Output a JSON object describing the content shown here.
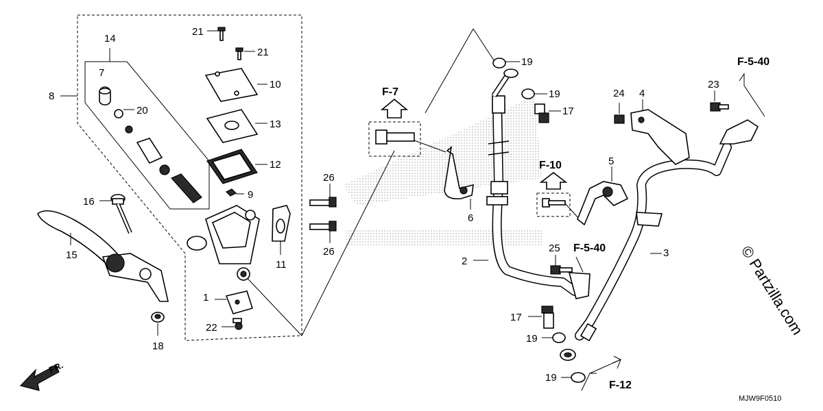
{
  "diagram": {
    "code": "MJW9F0510",
    "watermark": "© Partzilla.com",
    "direction_label": "FR.",
    "callouts": [
      {
        "id": "c1",
        "text": "1"
      },
      {
        "id": "c2",
        "text": "2"
      },
      {
        "id": "c3",
        "text": "3"
      },
      {
        "id": "c4",
        "text": "4"
      },
      {
        "id": "c5",
        "text": "5"
      },
      {
        "id": "c6",
        "text": "6"
      },
      {
        "id": "c7",
        "text": "7"
      },
      {
        "id": "c8",
        "text": "8"
      },
      {
        "id": "c9",
        "text": "9"
      },
      {
        "id": "c10",
        "text": "10"
      },
      {
        "id": "c11",
        "text": "11"
      },
      {
        "id": "c12",
        "text": "12"
      },
      {
        "id": "c13",
        "text": "13"
      },
      {
        "id": "c14",
        "text": "14"
      },
      {
        "id": "c15",
        "text": "15"
      },
      {
        "id": "c16",
        "text": "16"
      },
      {
        "id": "c17a",
        "text": "17"
      },
      {
        "id": "c17b",
        "text": "17"
      },
      {
        "id": "c18",
        "text": "18"
      },
      {
        "id": "c19a",
        "text": "19"
      },
      {
        "id": "c19b",
        "text": "19"
      },
      {
        "id": "c19c",
        "text": "19"
      },
      {
        "id": "c19d",
        "text": "19"
      },
      {
        "id": "c20",
        "text": "20"
      },
      {
        "id": "c21a",
        "text": "21"
      },
      {
        "id": "c21b",
        "text": "21"
      },
      {
        "id": "c22",
        "text": "22"
      },
      {
        "id": "c23",
        "text": "23"
      },
      {
        "id": "c24",
        "text": "24"
      },
      {
        "id": "c25",
        "text": "25"
      },
      {
        "id": "c26a",
        "text": "26"
      },
      {
        "id": "c26b",
        "text": "26"
      }
    ],
    "references": [
      {
        "id": "r1",
        "text": "F-7"
      },
      {
        "id": "r2",
        "text": "F-10"
      },
      {
        "id": "r3",
        "text": "F-5-40"
      },
      {
        "id": "r4",
        "text": "F-5-40"
      },
      {
        "id": "r5",
        "text": "F-12"
      }
    ]
  }
}
